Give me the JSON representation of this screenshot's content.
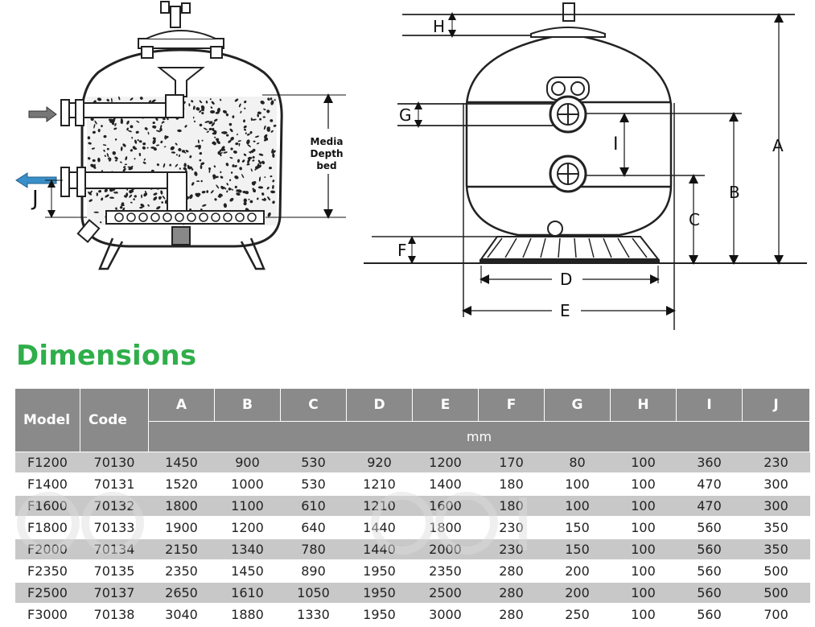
{
  "diagram": {
    "media_label": [
      "Media",
      "Depth",
      "bed"
    ],
    "dim_labels": {
      "A": "A",
      "B": "B",
      "C": "C",
      "D": "D",
      "E": "E",
      "F": "F",
      "G": "G",
      "H": "H",
      "I": "I",
      "J": "J"
    }
  },
  "title": "Dimensions",
  "table": {
    "headers": [
      "Model",
      "Code",
      "A",
      "B",
      "C",
      "D",
      "E",
      "F",
      "G",
      "H",
      "I",
      "J"
    ],
    "unit": "mm",
    "rows": [
      [
        "F1200",
        "70130",
        "1450",
        "900",
        "530",
        "920",
        "1200",
        "170",
        "80",
        "100",
        "360",
        "230"
      ],
      [
        "F1400",
        "70131",
        "1520",
        "1000",
        "530",
        "1210",
        "1400",
        "180",
        "100",
        "100",
        "470",
        "300"
      ],
      [
        "F1600",
        "70132",
        "1800",
        "1100",
        "610",
        "1210",
        "1600",
        "180",
        "100",
        "100",
        "470",
        "300"
      ],
      [
        "F1800",
        "70133",
        "1900",
        "1200",
        "640",
        "1440",
        "1800",
        "230",
        "150",
        "100",
        "560",
        "350"
      ],
      [
        "F2000",
        "70134",
        "2150",
        "1340",
        "780",
        "1440",
        "2000",
        "230",
        "150",
        "100",
        "560",
        "350"
      ],
      [
        "F2350",
        "70135",
        "2350",
        "1450",
        "890",
        "1950",
        "2350",
        "280",
        "200",
        "100",
        "560",
        "500"
      ],
      [
        "F2500",
        "70137",
        "2650",
        "1610",
        "1050",
        "1950",
        "2500",
        "280",
        "200",
        "100",
        "560",
        "500"
      ],
      [
        "F3000",
        "70138",
        "3040",
        "1880",
        "1330",
        "1950",
        "3000",
        "280",
        "250",
        "100",
        "560",
        "700"
      ]
    ]
  },
  "colors": {
    "title": "#2fae4a",
    "header_bg": "#8a8a8a",
    "row_shade": "#c8c8c8",
    "inlet_arrow": "#777777",
    "outlet_arrow": "#3a8fc8"
  }
}
